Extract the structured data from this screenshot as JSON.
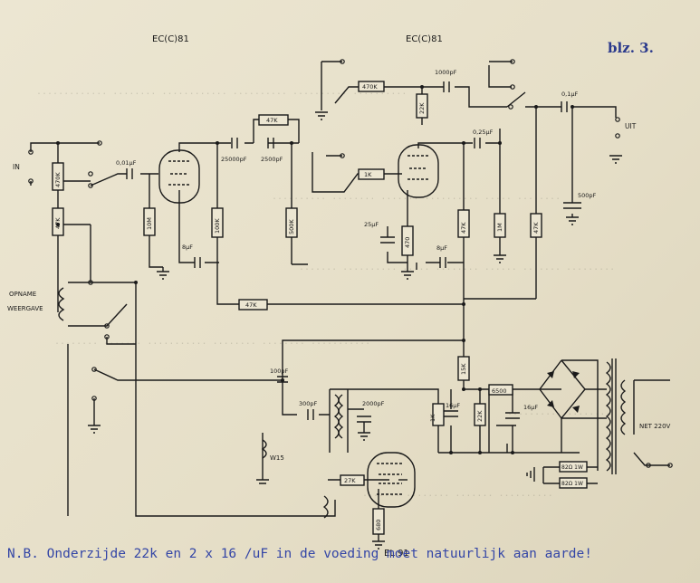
{
  "page_number": "blz. 3.",
  "tubes": {
    "v1": "EC(C)81",
    "v2": "EC(C)81",
    "v3": "EL 91"
  },
  "terminals": {
    "input": "IN",
    "output": "UIT",
    "mains": "NET 220V",
    "record": "OPNAME",
    "playback": "WEERGAVE"
  },
  "coil": "W15",
  "components": {
    "r_in_top": "470K",
    "r_in_bot": "47K",
    "c_in": "0,01µF",
    "r_grid1": "10M",
    "c_8a": "8µF",
    "r_anode1": "100K",
    "c_25000": "25000pF",
    "c_2500": "2500pF",
    "r_47k_fb": "47K",
    "r_500k": "500K",
    "r_47k_long": "47K",
    "r_470k_top": "470K",
    "c_1000": "1000pF",
    "r_22k_top": "22K",
    "c_01_out": "0,1µF",
    "r_1k": "1K",
    "c_025": "0,25µF",
    "c_25uf": "25µF",
    "r_470_k": "470",
    "c_8b": "8µF",
    "r_47k_a2": "47K",
    "r_1m": "1M",
    "c_500pf": "500pF",
    "r_47k_right": "47K",
    "r_15k": "15K",
    "c_100pf": "100pF",
    "c_300pf": "300pF",
    "c_2000pf": "2000pF",
    "r_1k_b": "1K",
    "c_16a": "16µF",
    "r_22k_b": "22K",
    "r_6500": "6500",
    "c_16b": "16µF",
    "r_27k": "27K",
    "r_680": "680",
    "r_82a": "82Ω 1W",
    "r_82b": "82Ω 1W"
  },
  "note": "N.B. Onderzijde 22k en 2 x 16 /uF in de voeding moet natuurlijk aan aarde!"
}
